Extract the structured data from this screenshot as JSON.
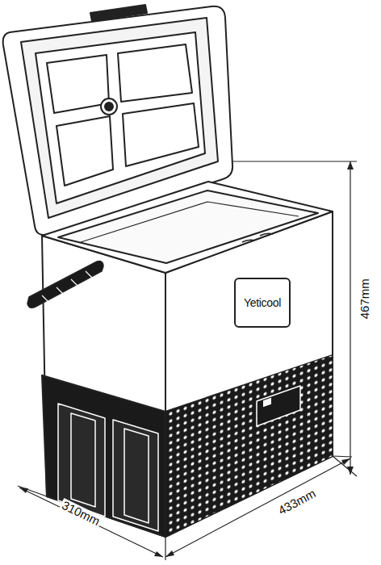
{
  "diagram": {
    "nodes": [
      {
        "text": [
          "Yeticool"
        ]
      }
    ],
    "labels": [
      "467mm",
      "433mm",
      "310mm"
    ]
  }
}
